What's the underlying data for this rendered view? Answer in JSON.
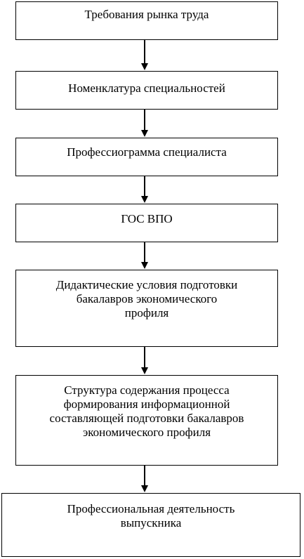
{
  "diagram": {
    "nodes": [
      {
        "id": "n1",
        "label": "Требования рынка труда"
      },
      {
        "id": "n2",
        "label": "Номенклатура специальностей"
      },
      {
        "id": "n3",
        "label": "Профессиограмма специалиста"
      },
      {
        "id": "n4",
        "label": "ГОС ВПО"
      },
      {
        "id": "n5",
        "label": "Дидактические условия  подготовки\nбакалавров экономического\nпрофиля"
      },
      {
        "id": "n6",
        "label": "Структура содержания  процесса\nформирования информационной\nсоставляющей подготовки бакалавров\nэкономического профиля"
      },
      {
        "id": "n7",
        "label": "Профессиональная деятельность\nвыпускника"
      }
    ],
    "edges": [
      {
        "from": "n1",
        "to": "n2"
      },
      {
        "from": "n2",
        "to": "n3"
      },
      {
        "from": "n3",
        "to": "n4"
      },
      {
        "from": "n4",
        "to": "n5"
      },
      {
        "from": "n5",
        "to": "n6"
      },
      {
        "from": "n6",
        "to": "n7"
      }
    ],
    "line_color": "#000000"
  }
}
